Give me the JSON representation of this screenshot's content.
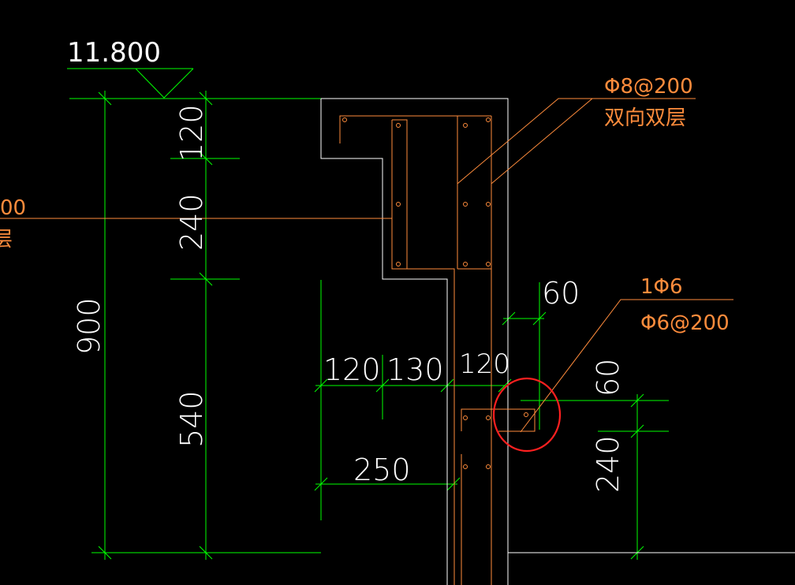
{
  "drawing": {
    "elevation": "11.800",
    "dimensions": {
      "total_height": "900",
      "top_120": "120",
      "upper_240": "240",
      "lower_540": "540",
      "horiz_120": "120",
      "horiz_130": "130",
      "horiz_120b": "120",
      "horiz_250": "250",
      "ledge_60_top": "60",
      "ledge_60_right": "60",
      "ledge_240": "240"
    },
    "notes": {
      "top_rebar": "Φ8@200",
      "top_rebar_desc": "双向双层",
      "ledge_bar": "1Φ6",
      "ledge_stirrup": "Φ6@200",
      "left_cut": "00",
      "left_cut2": "层"
    },
    "colors": {
      "background": "#000000",
      "dimension_lines": "#00ff00",
      "outline": "#ffffff",
      "rebar": "#ff8c3c",
      "highlight": "#ff2020"
    }
  }
}
